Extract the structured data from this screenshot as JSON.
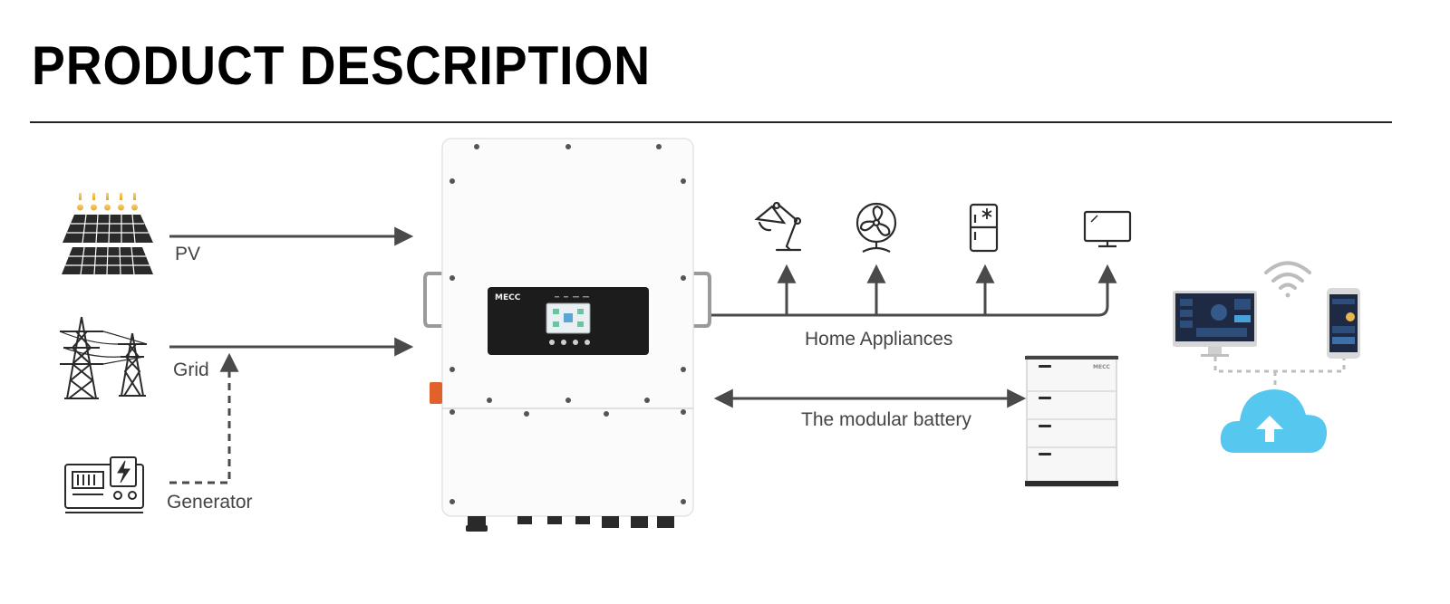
{
  "page": {
    "title": "PRODUCT DESCRIPTION"
  },
  "inputs": {
    "pv_label": "PV",
    "grid_label": "Grid",
    "generator_label": "Generator"
  },
  "outputs": {
    "home_appliances_label": "Home Appliances",
    "battery_label": "The modular battery"
  },
  "inverter": {
    "brand": "MECC"
  },
  "battery": {
    "brand": "MECC"
  },
  "colors": {
    "arrow": "#4a4a4a",
    "cloud": "#56c8ef",
    "link": "#bdbdbd",
    "display": "#1c1c1c"
  },
  "icons": [
    "solar-panel-icon",
    "transmission-tower-icon",
    "generator-icon",
    "desk-lamp-icon",
    "fan-icon",
    "refrigerator-icon",
    "monitor-icon",
    "wifi-icon",
    "cloud-upload-icon",
    "desktop-computer-icon",
    "smartphone-icon"
  ]
}
